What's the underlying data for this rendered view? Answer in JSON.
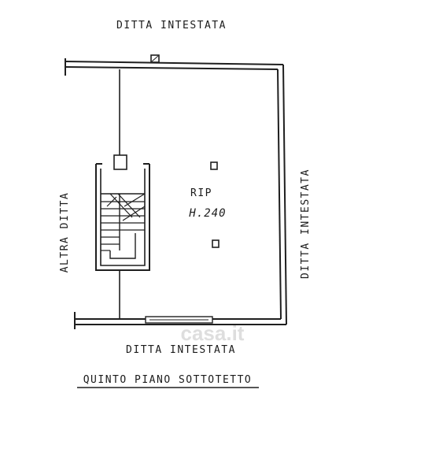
{
  "labels": {
    "top": "DITTA INTESTATA",
    "right": "DITTA INTESTATA",
    "bottom": "DITTA INTESTATA",
    "left": "ALTRA DITTA",
    "room_name": "RIP",
    "room_height": "H.240",
    "caption": "QUINTO PIANO SOTTOTETTO"
  },
  "watermark": "casa.it",
  "colors": {
    "line": "#1f1f1f",
    "background": "#ffffff",
    "watermark": "#c9c9c9"
  }
}
